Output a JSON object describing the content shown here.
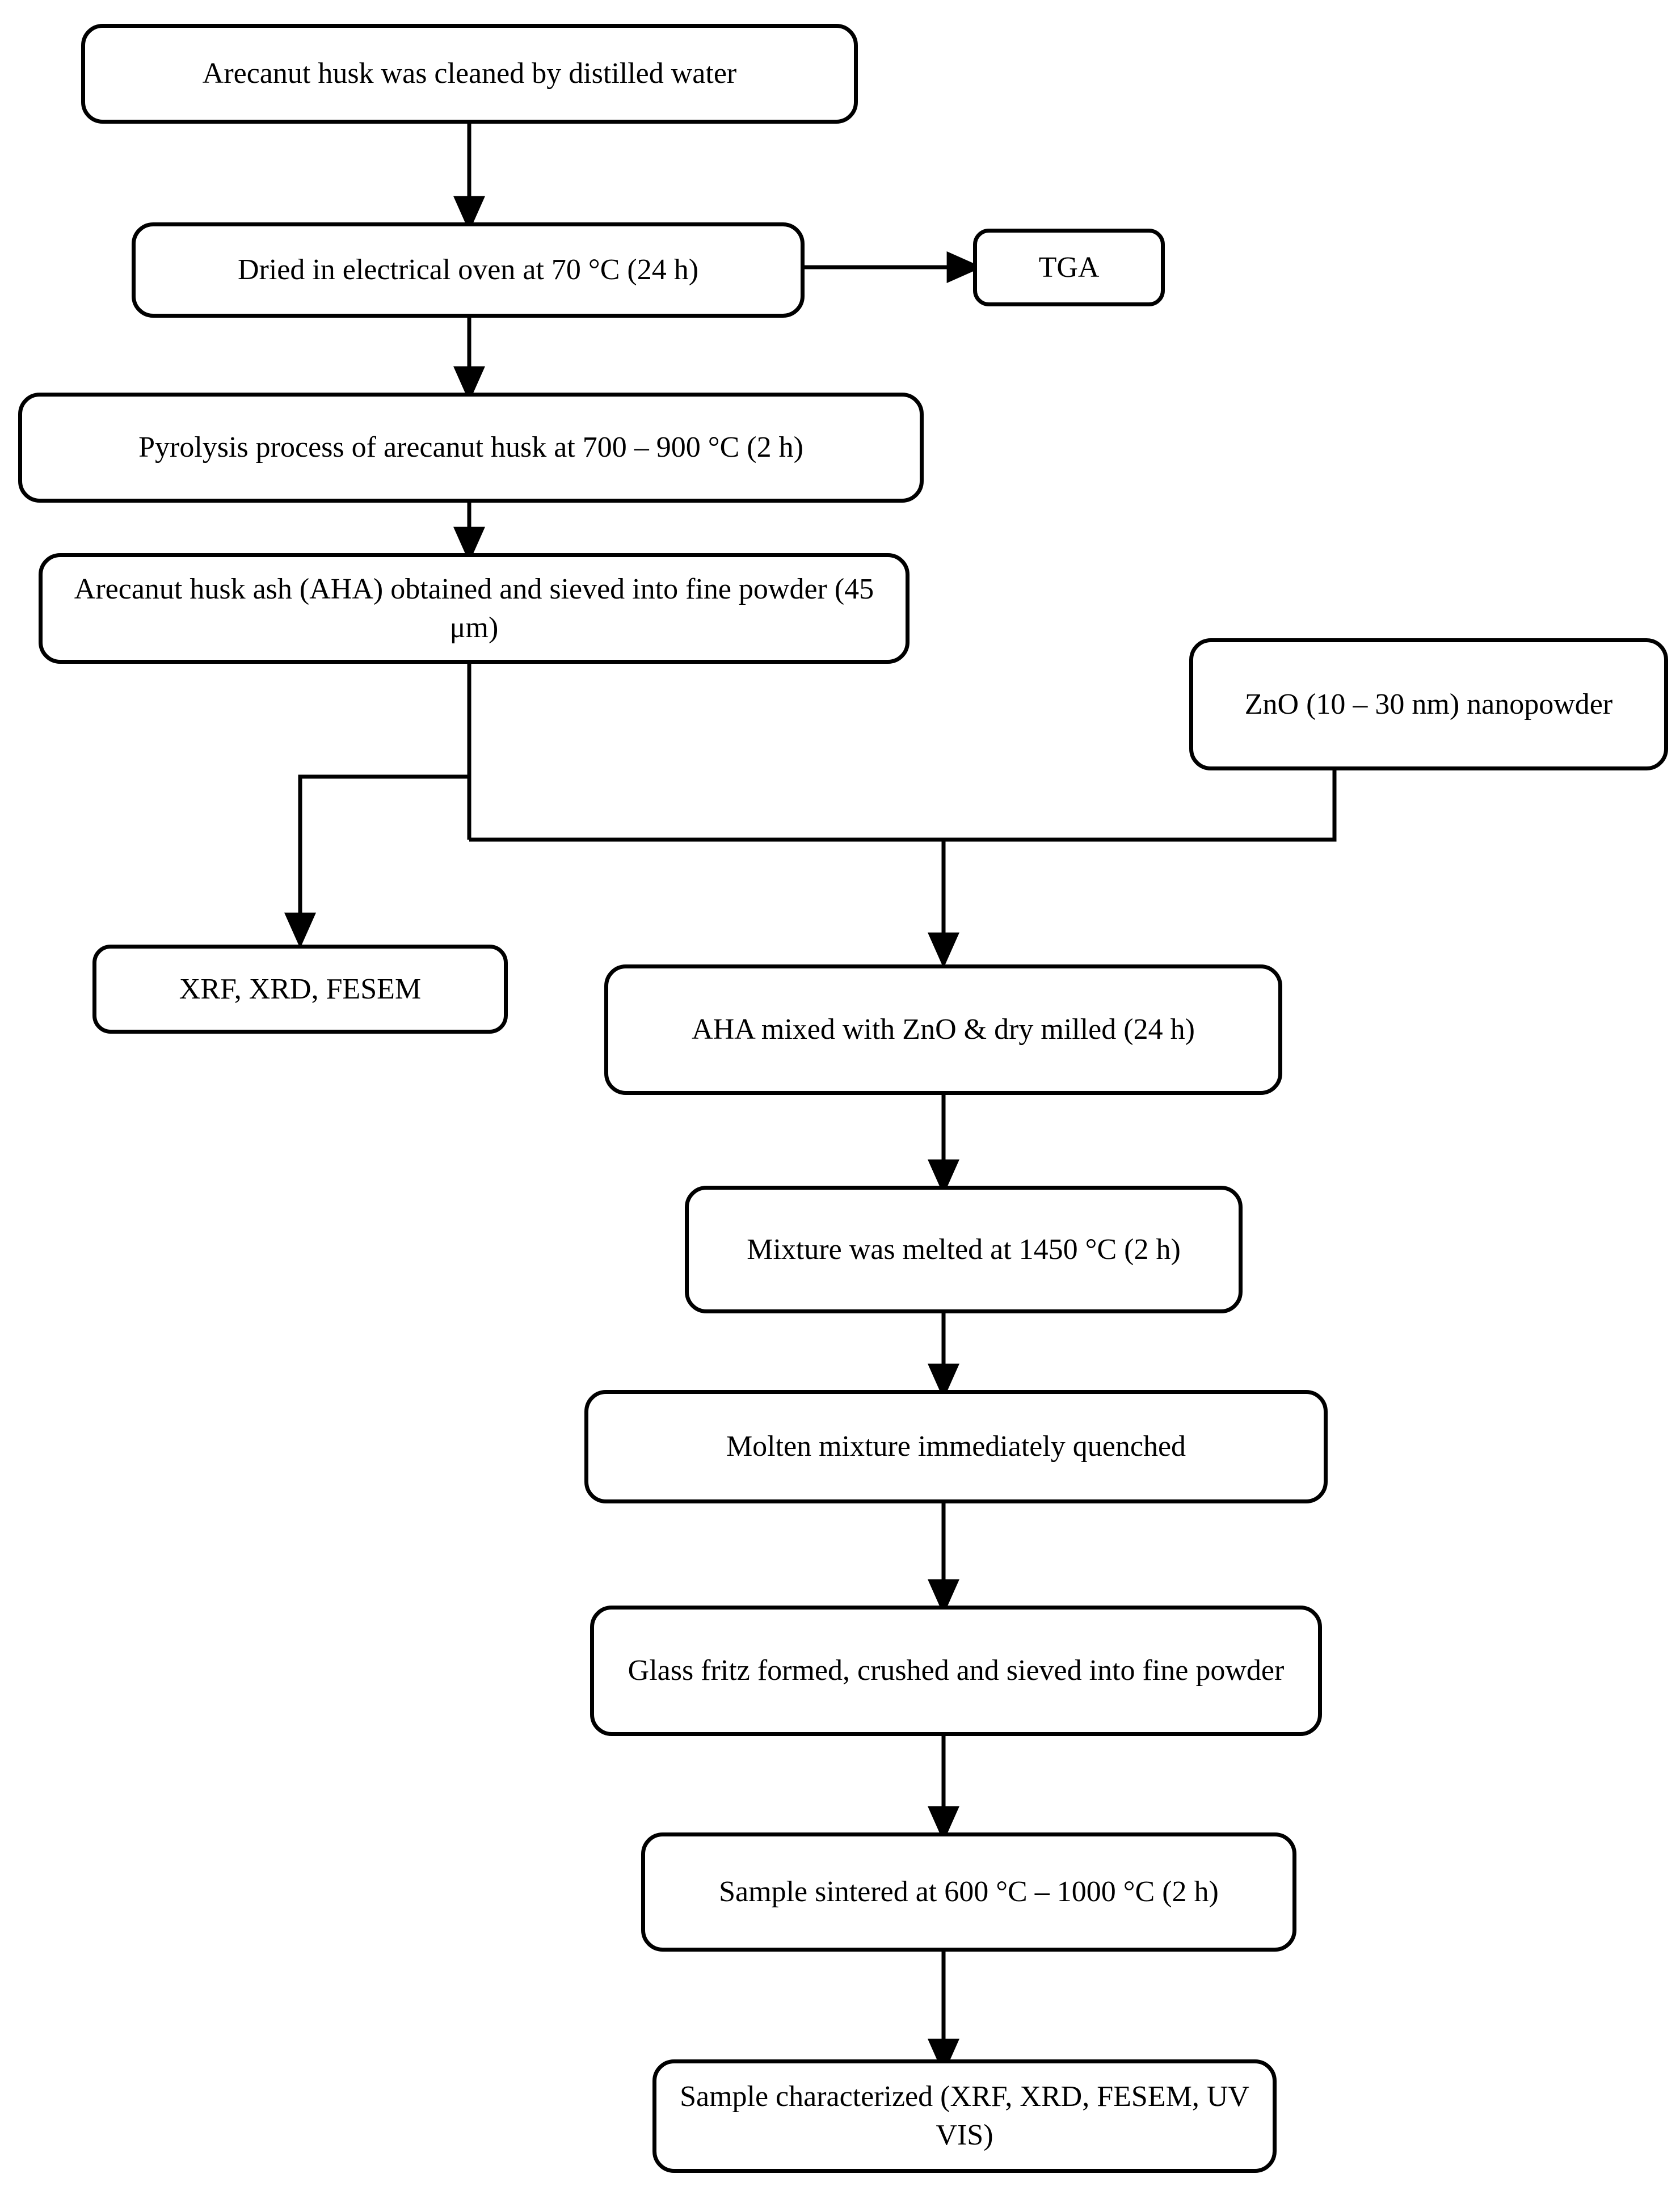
{
  "diagram": {
    "title": "Arecanut husk ash / ZnO glass preparation flowchart",
    "type": "flowchart",
    "stroke_color": "#000000",
    "fill_color": "#ffffff",
    "nodes": [
      {
        "id": "clean",
        "label": "Arecanut husk was cleaned by distilled water"
      },
      {
        "id": "dried",
        "label": "Dried in electrical oven at 70 °C (24 h)"
      },
      {
        "id": "tga",
        "label": "TGA"
      },
      {
        "id": "pyrolysis",
        "label": "Pyrolysis process of arecanut husk at 700 – 900 °C (2 h)"
      },
      {
        "id": "aha",
        "label": "Arecanut husk ash (AHA) obtained and sieved into fine powder (45 μm)"
      },
      {
        "id": "zno",
        "label": "ZnO (10 – 30 nm) nanopowder"
      },
      {
        "id": "charac1",
        "label": "XRF, XRD, FESEM"
      },
      {
        "id": "mixed",
        "label": "AHA mixed with ZnO & dry milled (24 h)"
      },
      {
        "id": "melted",
        "label": "Mixture was melted at 1450 °C (2 h)"
      },
      {
        "id": "quenched",
        "label": "Molten mixture immediately quenched"
      },
      {
        "id": "fritz",
        "label": "Glass fritz formed, crushed and sieved into fine powder"
      },
      {
        "id": "sintered",
        "label": "Sample sintered at 600 °C – 1000 °C (2 h)"
      },
      {
        "id": "charac2",
        "label": "Sample characterized (XRF, XRD, FESEM, UV VIS)"
      }
    ],
    "edges": [
      {
        "from": "clean",
        "to": "dried",
        "style": "arrow-down"
      },
      {
        "from": "dried",
        "to": "tga",
        "style": "arrow-right"
      },
      {
        "from": "dried",
        "to": "pyrolysis",
        "style": "arrow-down"
      },
      {
        "from": "pyrolysis",
        "to": "aha",
        "style": "arrow-down"
      },
      {
        "from": "aha",
        "to": "charac1",
        "style": "elbow-left-arrow-down"
      },
      {
        "from": "aha",
        "to": "mixed",
        "style": "elbow-arrow-down"
      },
      {
        "from": "zno",
        "to": "mixed",
        "style": "elbow-arrow-down"
      },
      {
        "from": "mixed",
        "to": "melted",
        "style": "arrow-down"
      },
      {
        "from": "melted",
        "to": "quenched",
        "style": "arrow-down"
      },
      {
        "from": "quenched",
        "to": "fritz",
        "style": "arrow-down"
      },
      {
        "from": "fritz",
        "to": "sintered",
        "style": "arrow-down"
      },
      {
        "from": "sintered",
        "to": "charac2",
        "style": "arrow-down"
      }
    ]
  }
}
